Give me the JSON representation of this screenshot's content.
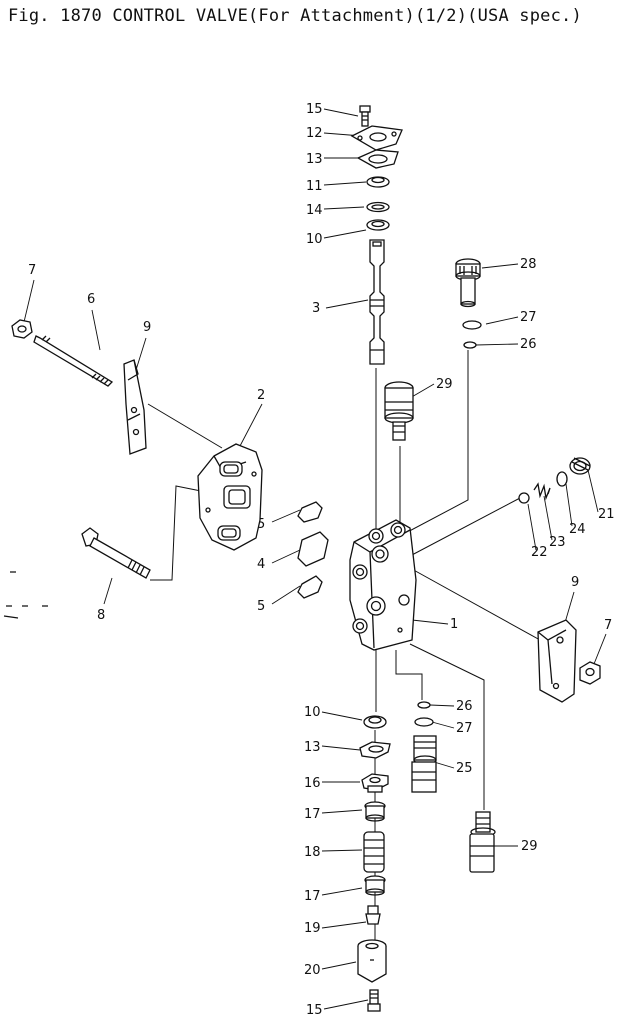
{
  "title": "Fig. 1870 CONTROL VALVE(For Attachment)(1/2)(USA spec.)",
  "callouts": [
    {
      "id": "c15a",
      "text": "15"
    },
    {
      "id": "c12",
      "text": "12"
    },
    {
      "id": "c13a",
      "text": "13"
    },
    {
      "id": "c11",
      "text": "11"
    },
    {
      "id": "c14",
      "text": "14"
    },
    {
      "id": "c10a",
      "text": "10"
    },
    {
      "id": "c3",
      "text": "3"
    },
    {
      "id": "c28",
      "text": "28"
    },
    {
      "id": "c27a",
      "text": "27"
    },
    {
      "id": "c26a",
      "text": "26"
    },
    {
      "id": "c29a",
      "text": "29"
    },
    {
      "id": "c7a",
      "text": "7"
    },
    {
      "id": "c6",
      "text": "6"
    },
    {
      "id": "c9a",
      "text": "9"
    },
    {
      "id": "c2",
      "text": "2"
    },
    {
      "id": "c5a",
      "text": "5"
    },
    {
      "id": "c4",
      "text": "4"
    },
    {
      "id": "c5b",
      "text": "5"
    },
    {
      "id": "c8",
      "text": "8"
    },
    {
      "id": "c21",
      "text": "21"
    },
    {
      "id": "c24",
      "text": "24"
    },
    {
      "id": "c23",
      "text": "23"
    },
    {
      "id": "c22",
      "text": "22"
    },
    {
      "id": "c1",
      "text": "1"
    },
    {
      "id": "c9b",
      "text": "9"
    },
    {
      "id": "c7b",
      "text": "7"
    },
    {
      "id": "c10b",
      "text": "10"
    },
    {
      "id": "c26b",
      "text": "26"
    },
    {
      "id": "c27b",
      "text": "27"
    },
    {
      "id": "c13b",
      "text": "13"
    },
    {
      "id": "c25",
      "text": "25"
    },
    {
      "id": "c16",
      "text": "16"
    },
    {
      "id": "c17a",
      "text": "17"
    },
    {
      "id": "c29b",
      "text": "29"
    },
    {
      "id": "c18",
      "text": "18"
    },
    {
      "id": "c17b",
      "text": "17"
    },
    {
      "id": "c19",
      "text": "19"
    },
    {
      "id": "c20",
      "text": "20"
    },
    {
      "id": "c15b",
      "text": "15"
    }
  ]
}
